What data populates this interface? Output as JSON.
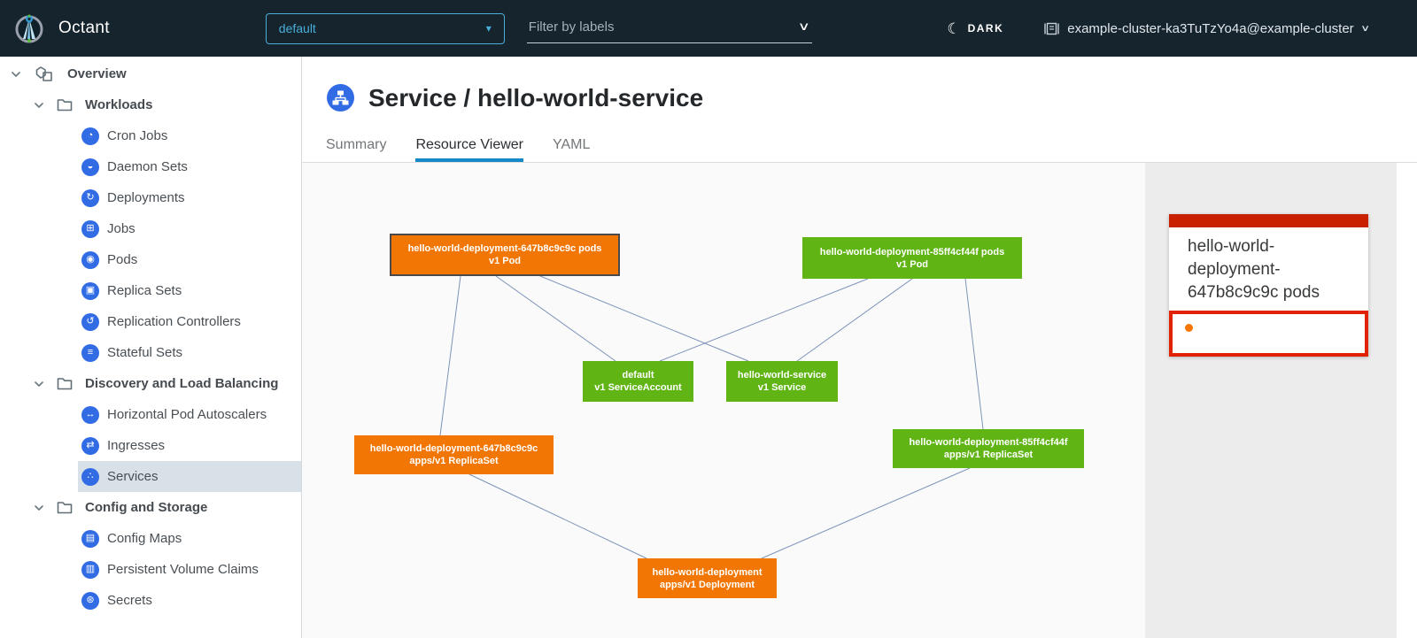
{
  "header": {
    "app_title": "Octant",
    "namespace_dropdown": {
      "value": "default"
    },
    "filter_input": {
      "placeholder": "Filter by labels"
    },
    "theme_toggle": {
      "label": "DARK"
    },
    "cluster_context": {
      "label": "example-cluster-ka3TuTzYo4a@example-cluster"
    }
  },
  "icons": {
    "dropdown_caret": "▾",
    "chevron_down": "∨",
    "moon": "☾",
    "context_caret": "∨"
  },
  "sidebar": {
    "overview": {
      "label": "Overview"
    },
    "groups": [
      {
        "label": "Workloads",
        "items": [
          {
            "label": "Cron Jobs",
            "glyph": "◔"
          },
          {
            "label": "Daemon Sets",
            "glyph": "◒"
          },
          {
            "label": "Deployments",
            "glyph": "↻"
          },
          {
            "label": "Jobs",
            "glyph": "⊞"
          },
          {
            "label": "Pods",
            "glyph": "◉"
          },
          {
            "label": "Replica Sets",
            "glyph": "▣"
          },
          {
            "label": "Replication Controllers",
            "glyph": "↺"
          },
          {
            "label": "Stateful Sets",
            "glyph": "≡"
          }
        ]
      },
      {
        "label": "Discovery and Load Balancing",
        "items": [
          {
            "label": "Horizontal Pod Autoscalers",
            "glyph": "↔"
          },
          {
            "label": "Ingresses",
            "glyph": "⇄"
          },
          {
            "label": "Services",
            "glyph": "∴",
            "selected": true
          }
        ]
      },
      {
        "label": "Config and Storage",
        "items": [
          {
            "label": "Config Maps",
            "glyph": "▤"
          },
          {
            "label": "Persistent Volume Claims",
            "glyph": "▥"
          },
          {
            "label": "Secrets",
            "glyph": "⊛"
          }
        ]
      }
    ]
  },
  "main": {
    "page_title": "Service / hello-world-service",
    "tabs": [
      {
        "label": "Summary"
      },
      {
        "label": "Resource Viewer",
        "active": true
      },
      {
        "label": "YAML"
      }
    ]
  },
  "graph": {
    "nodes": [
      {
        "id": "pod-647b8c9c9c",
        "line1": "hello-world-deployment-647b8c9c9c pods",
        "line2": "v1 Pod",
        "status": "warning",
        "selected": true
      },
      {
        "id": "pod-85ff4cf44f",
        "line1": "hello-world-deployment-85ff4cf44f pods",
        "line2": "v1 Pod",
        "status": "ok"
      },
      {
        "id": "serviceaccount-default",
        "line1": "default",
        "line2": "v1 ServiceAccount",
        "status": "ok"
      },
      {
        "id": "service-hello-world",
        "line1": "hello-world-service",
        "line2": "v1 Service",
        "status": "ok"
      },
      {
        "id": "replicaset-647b8c9c9c",
        "line1": "hello-world-deployment-647b8c9c9c",
        "line2": "apps/v1 ReplicaSet",
        "status": "warning"
      },
      {
        "id": "replicaset-85ff4cf44f",
        "line1": "hello-world-deployment-85ff4cf44f",
        "line2": "apps/v1 ReplicaSet",
        "status": "ok"
      },
      {
        "id": "deployment-hello-world",
        "line1": "hello-world-deployment",
        "line2": "apps/v1 Deployment",
        "status": "warning"
      }
    ],
    "edges": [
      [
        "pod-647b8c9c9c",
        "replicaset-647b8c9c9c"
      ],
      [
        "pod-647b8c9c9c",
        "serviceaccount-default"
      ],
      [
        "pod-647b8c9c9c",
        "service-hello-world"
      ],
      [
        "pod-85ff4cf44f",
        "serviceaccount-default"
      ],
      [
        "pod-85ff4cf44f",
        "service-hello-world"
      ],
      [
        "pod-85ff4cf44f",
        "replicaset-85ff4cf44f"
      ],
      [
        "replicaset-647b8c9c9c",
        "deployment-hello-world"
      ],
      [
        "replicaset-85ff4cf44f",
        "deployment-hello-world"
      ]
    ]
  },
  "detail_panel": {
    "card_title": "hello-world-deployment-647b8c9c9c pods",
    "status": "warning"
  },
  "colors": {
    "header_bg": "#16242d",
    "accent_blue": "#49afd9",
    "k8s_icon_blue": "#326ce5",
    "node_ok_green": "#60b515",
    "node_warning_orange": "#f17603",
    "card_header_red": "#c92100",
    "status_border_red": "#e12200",
    "status_dot_orange": "#f57600",
    "tab_active_underline": "#1588ca",
    "selected_row_bg": "#d8e1e8",
    "edge_color": "#7d93b8"
  }
}
